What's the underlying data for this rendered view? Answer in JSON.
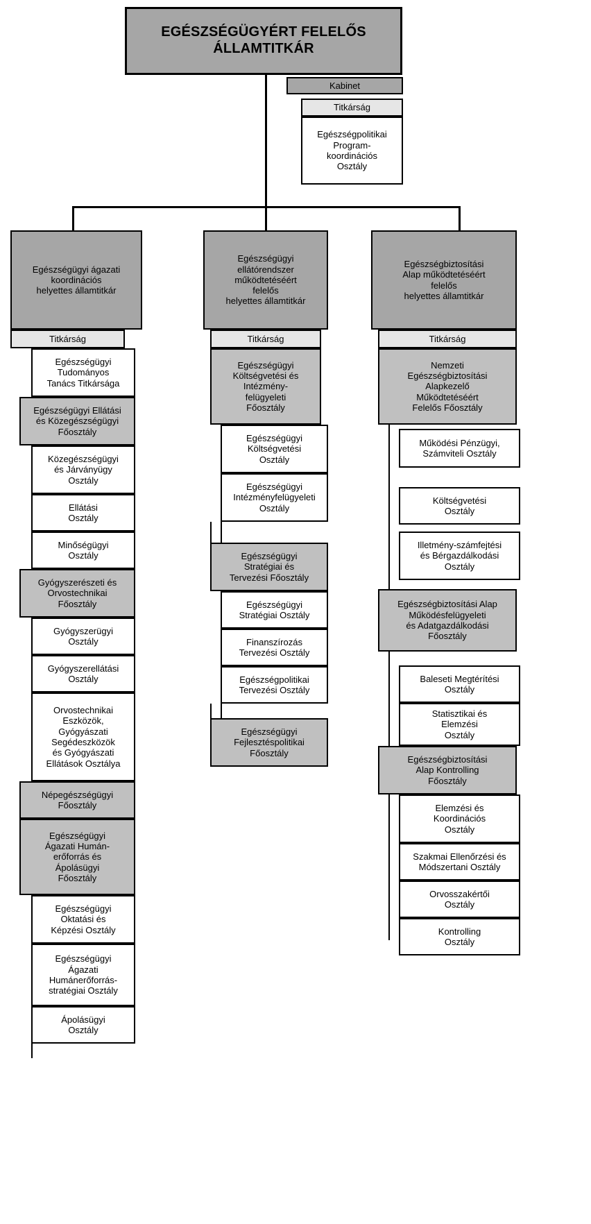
{
  "chart_title": "EGÉSZSÉGÜGYÉRT FELELŐS ÁLLAMTITKÁR",
  "root": {
    "label": "EGÉSZSÉGÜGYÉRT FELELŐS\nÁLLAMTITKÁR"
  },
  "cabinet_branch": {
    "cabinet": "Kabinet",
    "secretariat": "Titkárság",
    "unit": "Egészségpolitikai\nProgram-\nkoordinációs\nOsztály"
  },
  "colors": {
    "root_fill": "#a6a6a6",
    "deputy_fill": "#a6a6a6",
    "department_fill": "#c0c0c0",
    "secretariat_fill": "#e6e6e6",
    "unit_fill": "#ffffff",
    "border": "#000000"
  },
  "columns": [
    {
      "id": "column-1",
      "head": "Egészségügyi ágazati\nkoordinációs\nhelyettes államtitkár",
      "items": [
        {
          "label": "Titkárság",
          "level": "secretariat"
        },
        {
          "label": "Egészségügyi\nTudományos\nTanács Titkársága",
          "level": "unit"
        },
        {
          "label": "Egészségügyi Ellátási\nés Közegészségügyi\nFőosztály",
          "level": "department"
        },
        {
          "label": "Közegészségügyi\nés Járványügy\nOsztály",
          "level": "unit"
        },
        {
          "label": "Ellátási\nOsztály",
          "level": "unit"
        },
        {
          "label": "Minőségügyi\nOsztály",
          "level": "unit"
        },
        {
          "label": "Gyógyszerészeti és\nOrvostechnikai\nFőosztály",
          "level": "department"
        },
        {
          "label": "Gyógyszerügyi\nOsztály",
          "level": "unit"
        },
        {
          "label": "Gyógyszerellátási\nOsztály",
          "level": "unit"
        },
        {
          "label": "Orvostechnikai\nEszközök,\nGyógyászati\nSegédeszközök\nés Gyógyászati\nEllátások Osztálya",
          "level": "unit"
        },
        {
          "label": "Népegészségügyi\nFőosztály",
          "level": "department"
        },
        {
          "label": "Egészségügyi\nÁgazati Humán-\nerőforrás és\nÁpolásügyi\nFőosztály",
          "level": "department"
        },
        {
          "label": "Egészségügyi\nOktatási és\nKépzési Osztály",
          "level": "unit"
        },
        {
          "label": "Egészségügyi\nÁgazati\nHumánerőforrás-\nstratégiai Osztály",
          "level": "unit"
        },
        {
          "label": "Ápolásügyi\nOsztály",
          "level": "unit"
        }
      ]
    },
    {
      "id": "column-2",
      "head": "Egészségügyi\nellátórendszer\nműködtetéséért\nfelelős\nhelyettes államtitkár",
      "items": [
        {
          "label": "Titkárság",
          "level": "secretariat"
        },
        {
          "label": "Egészségügyi\nKöltségvetési és\nIntézmény-\nfelügyeleti\nFőosztály",
          "level": "department"
        },
        {
          "label": "Egészségügyi\nKöltségvetési\nOsztály",
          "level": "unit"
        },
        {
          "label": "Egészségügyi\nIntézményfelügyeleti\nOsztály",
          "level": "unit"
        },
        {
          "label": "Egészségügyi\nStratégiai és\nTervezési Főosztály",
          "level": "department"
        },
        {
          "label": "Egészségügyi\nStratégiai Osztály",
          "level": "unit"
        },
        {
          "label": "Finanszírozás\nTervezési Osztály",
          "level": "unit"
        },
        {
          "label": "Egészségpolitikai\nTervezési Osztály",
          "level": "unit"
        },
        {
          "label": "Egészségügyi\nFejlesztéspolitikai\nFőosztály",
          "level": "department"
        }
      ]
    },
    {
      "id": "column-3",
      "head": "Egészségbiztosítási\nAlap működtetéséért\nfelelős\nhelyettes államtitkár",
      "items": [
        {
          "label": "Titkárság",
          "level": "secretariat"
        },
        {
          "label": "Nemzeti\nEgészségbiztosítási\nAlapkezelő\nMűködtetéséért\nFelelős Főosztály",
          "level": "department"
        },
        {
          "label": "Működési Pénzügyi,\nSzámviteli Osztály",
          "level": "unit"
        },
        {
          "label": "Költségvetési\nOsztály",
          "level": "unit"
        },
        {
          "label": "Illetmény-számfejtési\nés Bérgazdálkodási\nOsztály",
          "level": "unit"
        },
        {
          "label": "Egészségbiztosítási Alap\nMűködésfelügyeleti\nés Adatgazdálkodási\nFőosztály",
          "level": "department"
        },
        {
          "label": "Baleseti Megtérítési\nOsztály",
          "level": "unit"
        },
        {
          "label": "Statisztikai és\nElemzési\nOsztály",
          "level": "unit"
        },
        {
          "label": "Egészségbiztosítási\nAlap Kontrolling\nFőosztály",
          "level": "department"
        },
        {
          "label": "Elemzési és\nKoordinációs\nOsztály",
          "level": "unit"
        },
        {
          "label": "Szakmai Ellenőrzési és\nMódszertani Osztály",
          "level": "unit"
        },
        {
          "label": "Orvosszakértői\nOsztály",
          "level": "unit"
        },
        {
          "label": "Kontrolling\nOsztály",
          "level": "unit"
        }
      ]
    }
  ]
}
